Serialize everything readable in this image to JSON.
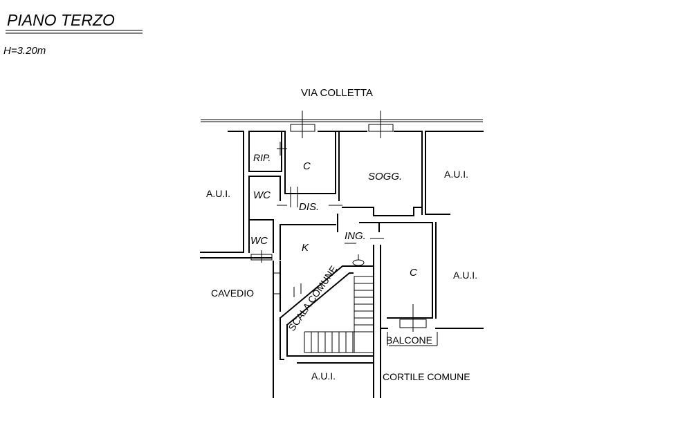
{
  "title": "PIANO TERZO",
  "height_note": "H=3.20m",
  "street": "VIA COLLETTA",
  "rooms": {
    "rip": "RIP.",
    "c_top": "C",
    "sogg": "SOGG.",
    "wc_upper": "WC",
    "dis": "DIS.",
    "wc_lower": "WC",
    "ing": "ING.",
    "k": "K",
    "c_right": "C",
    "scala": "SCALA COMUNE"
  },
  "surroundings": {
    "aui_left": "A.U.I.",
    "aui_right_top": "A.U.I.",
    "aui_right_mid": "A.U.I.",
    "aui_bottom": "A.U.I.",
    "cavedio": "CAVEDIO",
    "balcone": "BALCONE",
    "cortile": "CORTILE COMUNE"
  }
}
